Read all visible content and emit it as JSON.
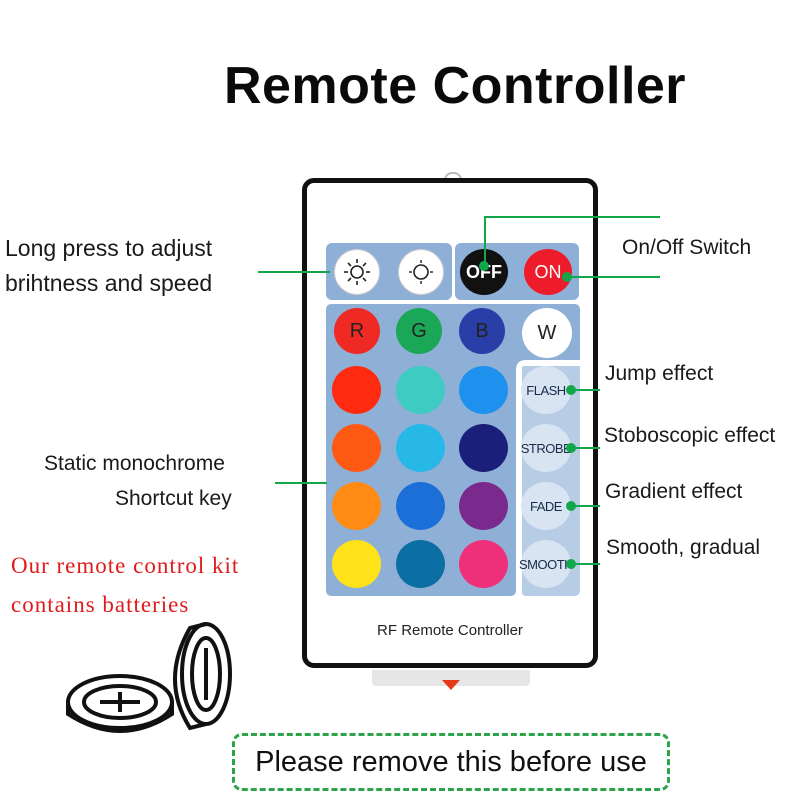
{
  "title": "Remote Controller",
  "annotations": {
    "brightness_line1": "Long press to adjust",
    "brightness_line2": "brihtness and speed",
    "onoff": "On/Off Switch",
    "jump": "Jump effect",
    "strobe": "Stoboscopic effect",
    "gradient": "Gradient effect",
    "smooth": "Smooth, gradual",
    "static_line1": "Static monochrome",
    "static_line2": "Shortcut key"
  },
  "battery_note": {
    "line1": "Our remote control kit",
    "line2": "contains batteries"
  },
  "remote": {
    "off_label": "OFF",
    "on_label": "ON",
    "r_label": "R",
    "g_label": "G",
    "b_label": "B",
    "w_label": "W",
    "flash_label": "FLASH",
    "strobe_label": "STROBE",
    "fade_label": "FADE",
    "smooth_label": "SMOOTH",
    "model_label": "RF Remote Controller",
    "color_keys": [
      "#ff2a10",
      "#3ecbc1",
      "#1e90ee",
      "#ff5a14",
      "#28b8e8",
      "#1a1f7a",
      "#ff8a14",
      "#1b6fd6",
      "#7a2a8c",
      "#ffe21a",
      "#0b6fa3",
      "#ee2f7a"
    ]
  },
  "notice": "Please remove this before use",
  "colors": {
    "leader_line": "#12a84a",
    "panel": "#8fb0d6",
    "red_note": "#e01b1b"
  }
}
